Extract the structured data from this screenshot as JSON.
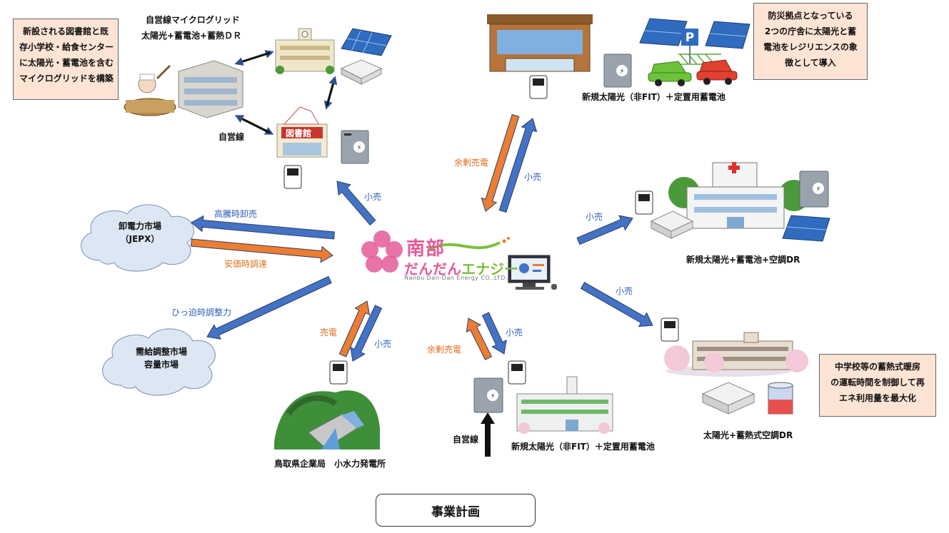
{
  "labels": {
    "top_left_system": "自営線マイクログリッド",
    "top_left_system2": "太陽光+蓄電池+蓄熱ＤＲ",
    "jieisen1": "自営線",
    "top_center_system": "新規太陽光（非FIT）＋定置用蓄電池",
    "hospital_system": "新規太陽光+蓄電池+空調DR",
    "school_system": "太陽光+蓄熱式空調DR",
    "hydro": "鳥取県企業局　小水力発電所",
    "bottom_center_system": "新規太陽光（非FIT）＋定置用蓄電池",
    "jieisen2": "自営線"
  },
  "arrows": {
    "kouri_library": "小売",
    "surplus_top": "余剰売電",
    "kouri_top": "小売",
    "kouri_hospital": "小売",
    "kouri_school": "小売",
    "high_sell": "高騰時卸売",
    "cheap_buy": "安価時調達",
    "tight_adjust": "ひっ迫時調整力",
    "sell_hydro": "売電",
    "kouri_hydro": "小売",
    "kouri_bottom": "小売",
    "surplus_bottom": "余剰売電"
  },
  "notes": {
    "top_left": [
      "新設される図書館と既",
      "存小学校・給食センター",
      "に太陽光・蓄電池を含む",
      "マイクログリッドを構築"
    ],
    "top_right": [
      "防災拠点となっている",
      "2つの庁舎に太陽光と蓄",
      "電池をレジリエンスの象",
      "徴として導入"
    ],
    "bottom_right": [
      "中学校等の蓄熱式暖房",
      "の運転時間を制御して再",
      "エネ利用量を最大化"
    ]
  },
  "clouds": {
    "jepx": [
      "卸電力市場",
      "（JEPX）"
    ],
    "adjust": [
      "需給調整市場",
      "容量市場"
    ]
  },
  "library_sign": "図書館",
  "logo": {
    "main": "南部",
    "sub_a": "だんだん",
    "sub_b": "エナジー",
    "en": "Nanbu Dan-Dan Energy CO.,LTD."
  },
  "footer": "事業計画",
  "colors": {
    "blue_arrow": "#4472c4",
    "orange_arrow": "#ed7d31",
    "note_bg": "#fde4d4",
    "cloud": "#dde7f4",
    "logo_pink": "#e45a9a"
  }
}
